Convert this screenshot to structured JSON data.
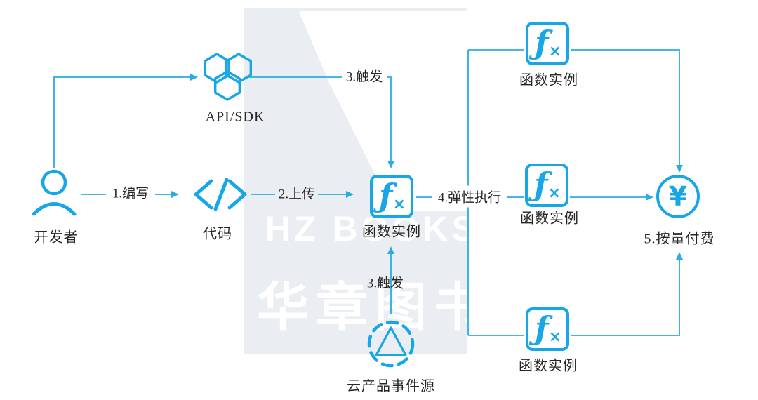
{
  "colors": {
    "icon_blue": "#17a6e6",
    "line_blue": "#2aabe4",
    "label_text": "#262626",
    "watermark_block": "#eaeef3",
    "watermark_text": "#ffffff"
  },
  "watermark": {
    "line1": "HZ BOOKS",
    "line2": "华章图书"
  },
  "icons": {
    "function_glyph": "ƒ",
    "function_x": "×",
    "yen_glyph": "¥"
  },
  "nodes": {
    "developer": {
      "label": "开发者"
    },
    "code": {
      "label": "代码"
    },
    "api_sdk": {
      "label": "API/SDK"
    },
    "function_main": {
      "label": "函数实例"
    },
    "event_source": {
      "label": "云产品事件源"
    },
    "function_top": {
      "label": "函数实例"
    },
    "function_mid": {
      "label": "函数实例"
    },
    "function_bottom": {
      "label": "函数实例"
    },
    "billing": {
      "label": "5.按量付费"
    }
  },
  "edges": {
    "write": "1.编写",
    "upload": "2.上传",
    "trigger_api": "3.触发",
    "trigger_event": "3.触发",
    "elastic_exec": "4.弹性执行"
  }
}
